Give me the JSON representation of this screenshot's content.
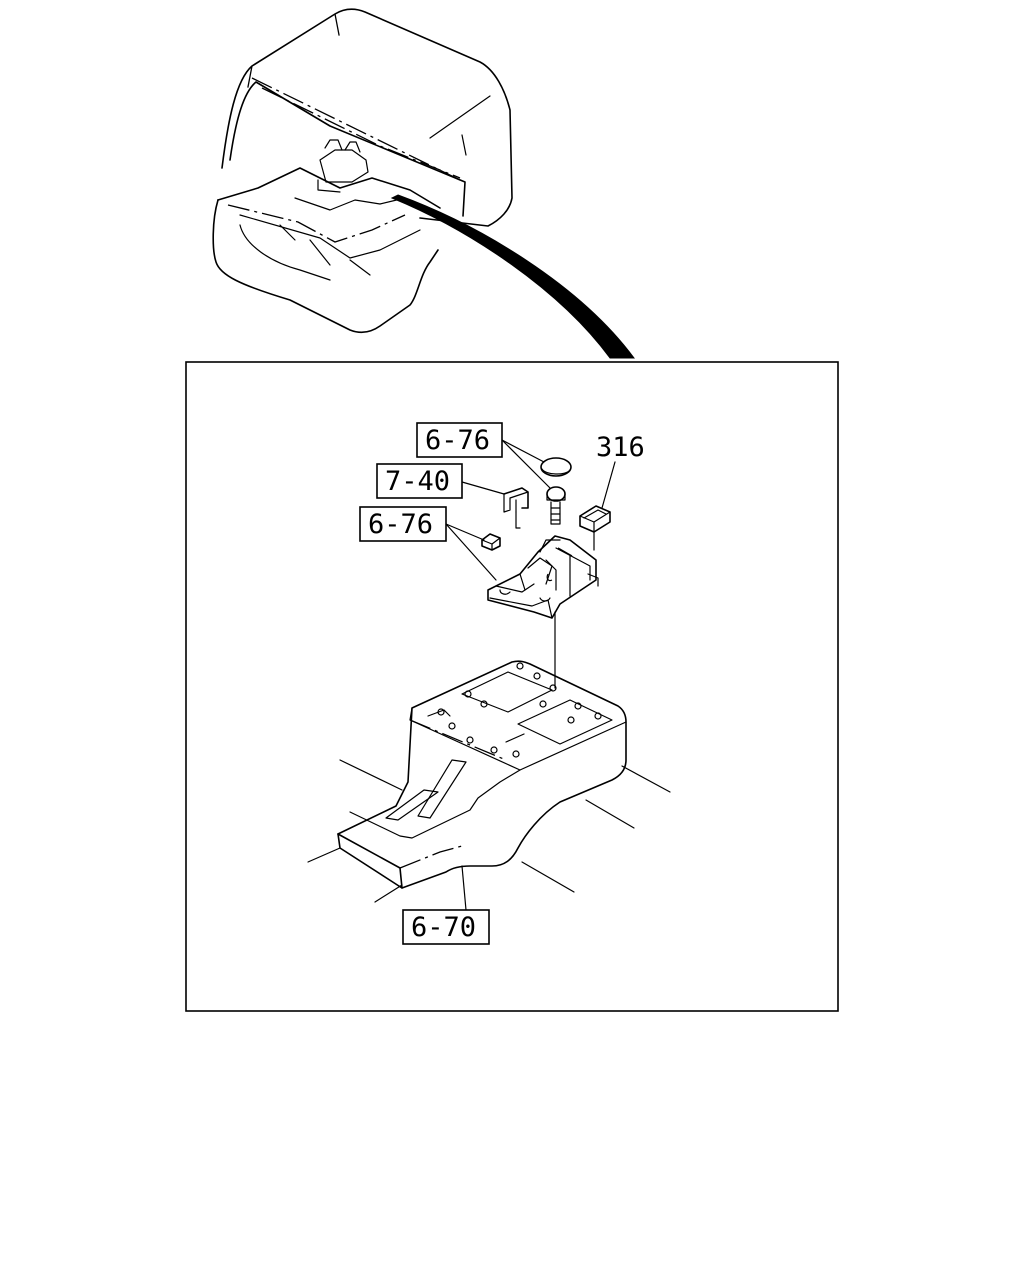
{
  "callouts": {
    "ref_6_76_top": "6-76",
    "ref_7_40": "7-40",
    "ref_6_76_mid": "6-76",
    "ref_316": "316",
    "ref_6_70": "6-70"
  }
}
